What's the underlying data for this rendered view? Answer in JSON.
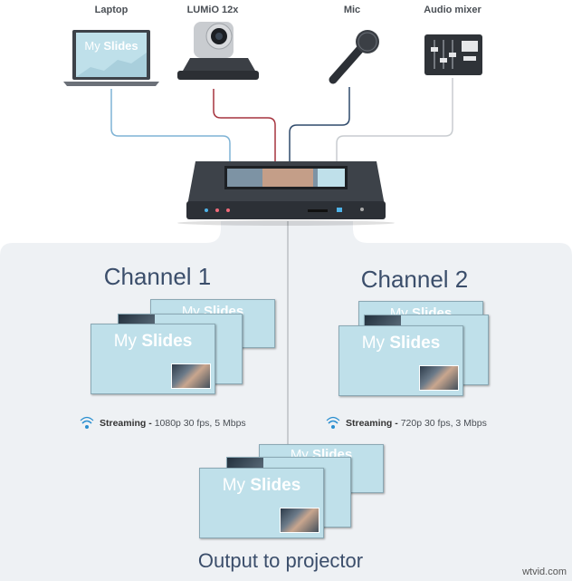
{
  "devices": [
    {
      "name": "laptop",
      "label": "Laptop"
    },
    {
      "name": "camera",
      "label": "LUMiO 12x"
    },
    {
      "name": "mic",
      "label": "Mic"
    },
    {
      "name": "mixer",
      "label": "Audio mixer"
    }
  ],
  "laptop_slide": {
    "pre": "My ",
    "bold": "Slides"
  },
  "channels": [
    {
      "title": "Channel 1",
      "slide_pre": "My ",
      "slide_bold": "Slides",
      "stream_label": "Streaming -",
      "stream_spec": "1080p 30 fps, 5 Mbps"
    },
    {
      "title": "Channel 2",
      "slide_pre": "My ",
      "slide_bold": "Slides",
      "stream_label": "Streaming -",
      "stream_spec": "720p 30 fps, 3 Mbps"
    }
  ],
  "output": {
    "slide_pre": "My ",
    "slide_bold": "Slides",
    "title": "Output to projector"
  },
  "watermark": "wtvid.com",
  "colors": {
    "panel": "#eef1f4",
    "slide": "#bfe0ea",
    "title": "#3b4e6b",
    "line_blue": "#7fb3d5",
    "line_red": "#a6343f",
    "line_navy": "#2f4a6b",
    "line_gray": "#c8ccd0",
    "wifi": "#2a8fd0"
  }
}
